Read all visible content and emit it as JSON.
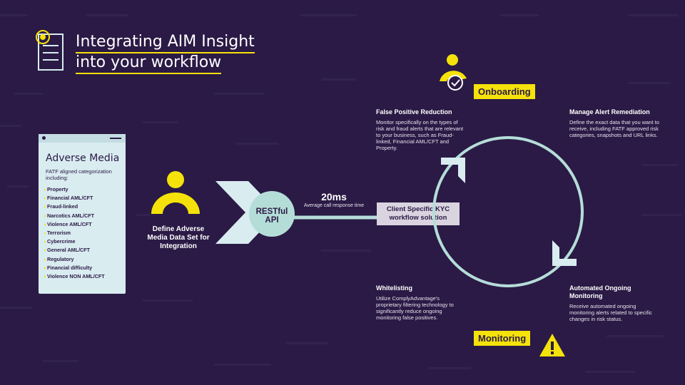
{
  "header": {
    "title_line1": "Integrating AIM Insight",
    "title_line2": "into your workflow"
  },
  "adverse_card": {
    "title": "Adverse Media",
    "description": "FATF aligned categorization including:",
    "items": [
      "Property",
      "Financial AML/CFT",
      "Fraud-linked",
      "Narcotics AML/CFT",
      "Violence AML/CFT",
      "Terrorism",
      "Cybercrime",
      "General AML/CFT",
      "Regulatory",
      "Financial difficulty",
      "Violence NON AML/CFT"
    ]
  },
  "define_label": "Define Adverse Media Data Set for Integration",
  "api": {
    "restful_line1": "RESTful",
    "restful_line2": "API",
    "speed": "20ms",
    "speed_caption": "Average call response time",
    "kyc_line1": "Client Specific KYC",
    "kyc_line2": "workflow solution"
  },
  "onboarding_label": "Onboarding",
  "monitoring_label": "Monitoring",
  "sections": {
    "fpr": {
      "heading": "False Positive Reduction",
      "body": "Monitor specifically on the types of risk and fraud alerts that are relevant to your business, such as Fraud-linked, Financial AML/CFT and Property."
    },
    "mar": {
      "heading": "Manage Alert Remediation",
      "body": "Define the exact data that you want to receive, including FATF approved risk categories, snapshots and URL links."
    },
    "wl": {
      "heading": "Whitelisting",
      "body": "Utilize ComplyAdvantage's proprietary filtering technology to significantly reduce ongoing monitoring false positives."
    },
    "aom": {
      "heading": "Automated Ongoing Monitoring",
      "body": "Receive automated ongoing monitoring alerts related to specific changes in risk status."
    }
  },
  "colors": {
    "background": "#2a1a45",
    "accent_yellow": "#f5e20a",
    "teal": "#b5ddd8",
    "card": "#d9ecf0"
  },
  "icons": [
    "document-list-icon",
    "person-icon",
    "person-check-icon",
    "warning-icon",
    "chevron-arrow-icon"
  ]
}
